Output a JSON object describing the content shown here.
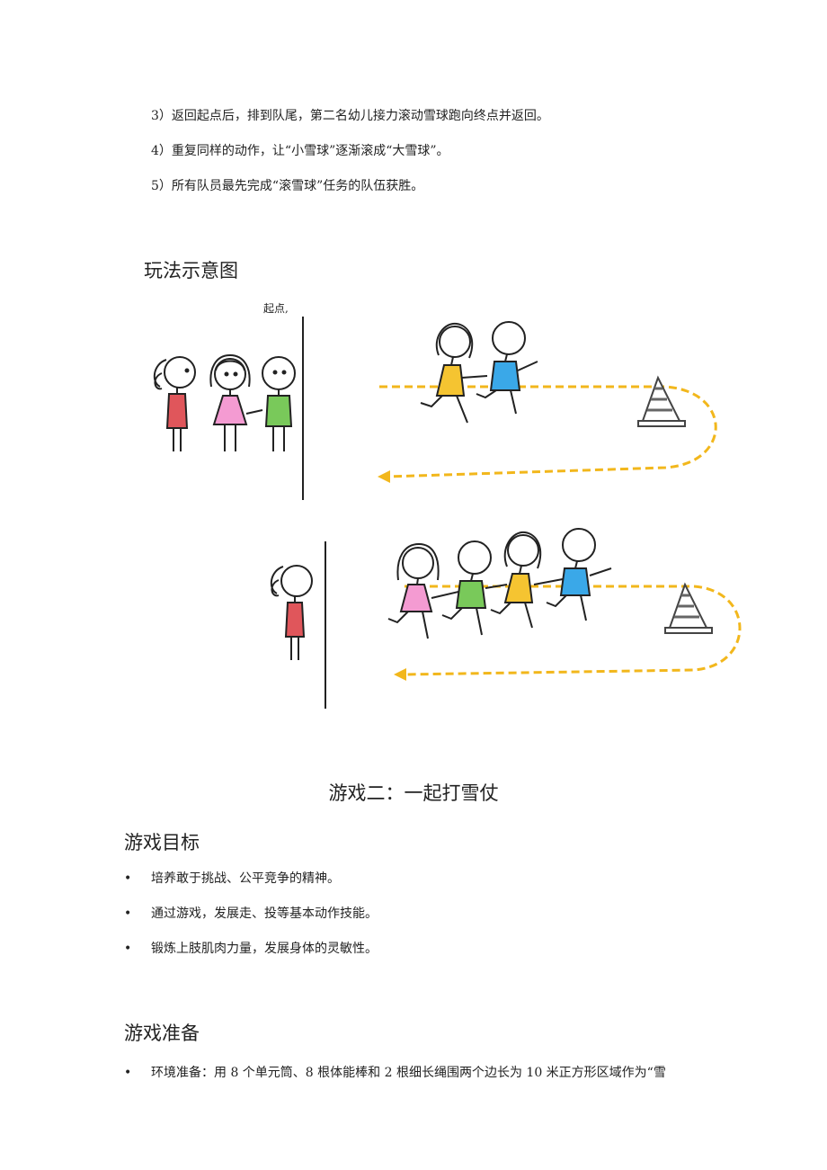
{
  "steps": [
    "3）返回起点后，排到队尾，第二名幼儿接力滚动雪球跑向终点并返回。",
    "4）重复同样的动作，让“小雪球”逐渐滚成“大雪球”。",
    "5）所有队员最先完成“滚雪球”任务的队伍获胜。"
  ],
  "diagram": {
    "heading": "玩法示意图",
    "start_label": "起点,"
  },
  "game2": {
    "title": "游戏二：一起打雪仗",
    "goals_heading": "游戏目标",
    "goals": [
      "培养敢于挑战、公平竞争的精神。",
      "通过游戏，发展走、投等基本动作技能。",
      "锻炼上肢肌肉力量，发展身体的灵敏性。"
    ],
    "prep_heading": "游戏准备",
    "prep": [
      "环境准备：用 8 个单元筒、8 根体能棒和 2 根细长绳围两个边长为 10 米正方形区域作为“雪"
    ]
  },
  "colors": {
    "path": "#f2b71c",
    "red": "#e0565b",
    "pink": "#f49bd2",
    "green": "#79c95a",
    "yellow": "#f5c431",
    "blue": "#3aa8e8",
    "cone": "#666666"
  }
}
